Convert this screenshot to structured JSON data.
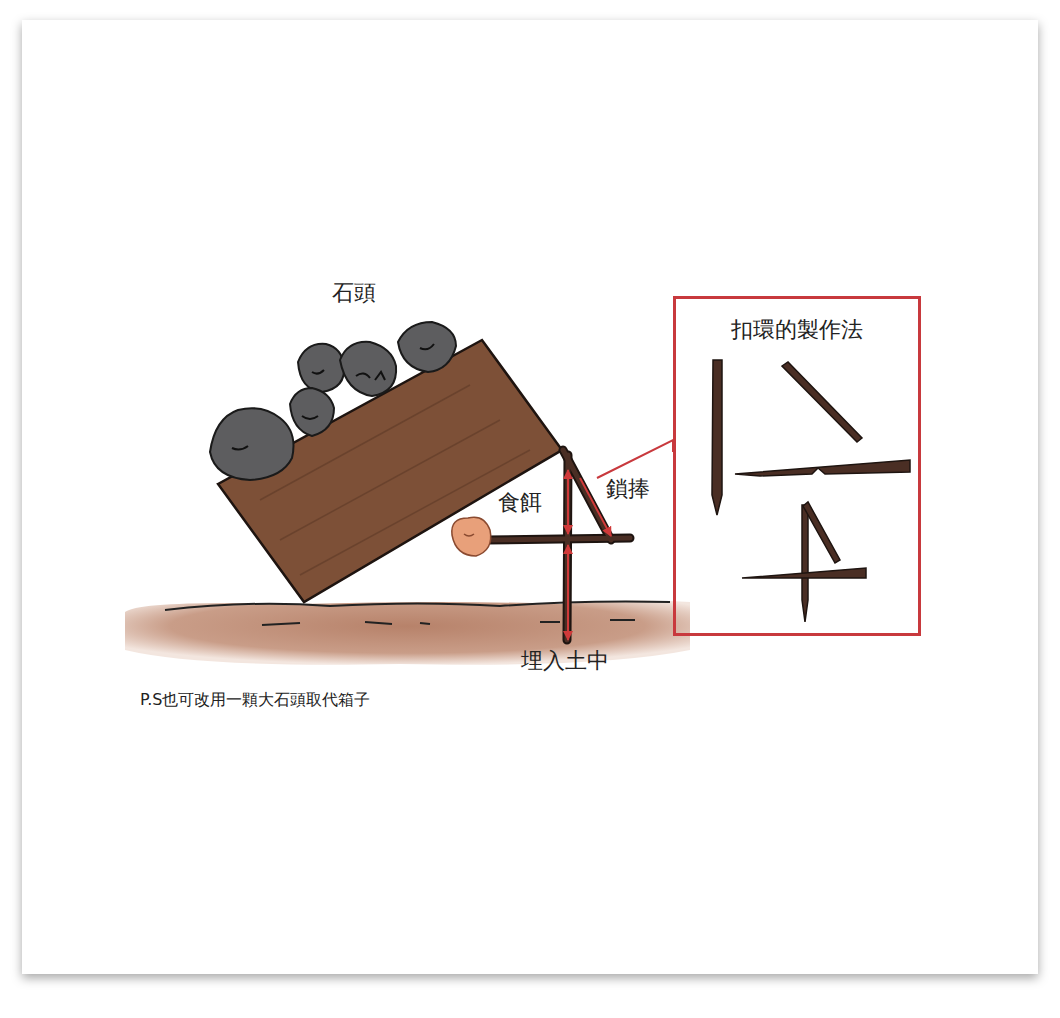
{
  "diagram": {
    "nodes": [
      {
        "text": [
          "扣環的製作法"
        ]
      }
    ],
    "labels": [
      "石頭",
      "食餌",
      "鎖捧",
      "埋入土中",
      "P.S也可改用一顆大石頭取代箱子"
    ]
  }
}
